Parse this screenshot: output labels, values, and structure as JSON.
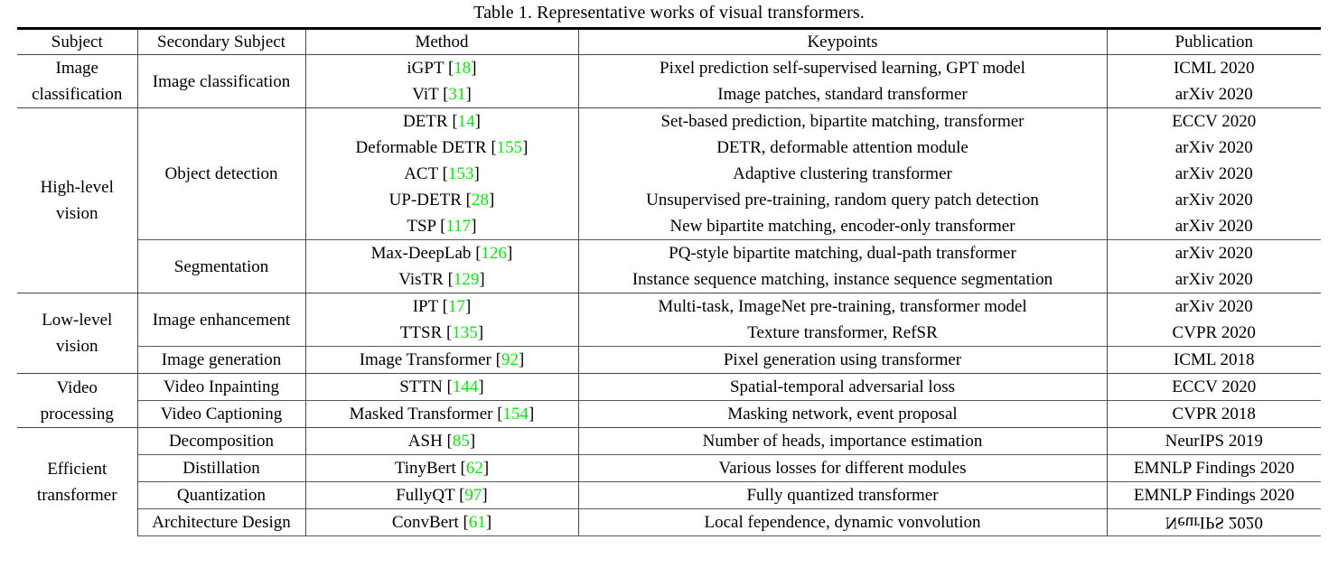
{
  "caption": "Table 1. Representative works of visual transformers.",
  "accent": {
    "citation_green": "#00ee00",
    "rule_black": "#000000",
    "line_gray": "#4a4a4a"
  },
  "columns": [
    "Subject",
    "Secondary Subject",
    "Method",
    "Keypoints",
    "Publication"
  ],
  "rows": [
    {
      "subject": "Image classification",
      "secondary": "Image classification",
      "entries": [
        {
          "method": "iGPT",
          "ref": "18",
          "keypoints": "Pixel prediction self-supervised learning, GPT model",
          "publication": "ICML 2020"
        },
        {
          "method": "ViT",
          "ref": "31",
          "keypoints": "Image patches, standard transformer",
          "publication": "arXiv 2020"
        }
      ]
    },
    {
      "subject": "High-level vision",
      "secondary": "Object detection",
      "entries": [
        {
          "method": "DETR",
          "ref": "14",
          "keypoints": "Set-based prediction, bipartite matching, transformer",
          "publication": "ECCV 2020"
        },
        {
          "method": "Deformable DETR",
          "ref": "155",
          "keypoints": "DETR, deformable attention module",
          "publication": "arXiv 2020"
        },
        {
          "method": "ACT",
          "ref": "153",
          "keypoints": "Adaptive clustering transformer",
          "publication": "arXiv 2020"
        },
        {
          "method": "UP-DETR",
          "ref": "28",
          "keypoints": "Unsupervised pre-training, random query patch detection",
          "publication": "arXiv 2020"
        },
        {
          "method": "TSP",
          "ref": "117",
          "keypoints": "New bipartite matching, encoder-only transformer",
          "publication": "arXiv 2020"
        }
      ]
    },
    {
      "subject": "",
      "secondary": "Segmentation",
      "entries": [
        {
          "method": "Max-DeepLab",
          "ref": "126",
          "keypoints": "PQ-style bipartite matching, dual-path transformer",
          "publication": "arXiv 2020"
        },
        {
          "method": "VisTR",
          "ref": "129",
          "keypoints": "Instance sequence matching, instance sequence segmentation",
          "publication": "arXiv 2020"
        }
      ]
    },
    {
      "subject": "Low-level vision",
      "secondary": "Image enhancement",
      "entries": [
        {
          "method": "IPT",
          "ref": "17",
          "keypoints": "Multi-task, ImageNet pre-training, transformer model",
          "publication": "arXiv 2020"
        },
        {
          "method": "TTSR",
          "ref": "135",
          "keypoints": "Texture transformer, RefSR",
          "publication": "CVPR 2020"
        }
      ]
    },
    {
      "subject": "",
      "secondary": "Image generation",
      "entries": [
        {
          "method": "Image Transformer",
          "ref": "92",
          "keypoints": "Pixel generation using transformer",
          "publication": "ICML 2018"
        }
      ]
    },
    {
      "subject": "Video processing",
      "secondary": "Video Inpainting",
      "entries": [
        {
          "method": "STTN",
          "ref": "144",
          "keypoints": "Spatial-temporal adversarial loss",
          "publication": "ECCV 2020"
        }
      ]
    },
    {
      "subject": "",
      "secondary": "Video Captioning",
      "entries": [
        {
          "method": "Masked Transformer",
          "ref": "154",
          "keypoints": "Masking network, event proposal",
          "publication": "CVPR 2018"
        }
      ]
    },
    {
      "subject": "Efficient transformer",
      "secondary": "Decomposition",
      "entries": [
        {
          "method": "ASH",
          "ref": "85",
          "keypoints": "Number of heads, importance estimation",
          "publication": "NeurIPS 2019"
        }
      ]
    },
    {
      "subject": "",
      "secondary": "Distillation",
      "entries": [
        {
          "method": "TinyBert",
          "ref": "62",
          "keypoints": "Various losses for different modules",
          "publication": "EMNLP Findings 2020"
        }
      ]
    },
    {
      "subject": "",
      "secondary": "Quantization",
      "entries": [
        {
          "method": "FullyQT",
          "ref": "97",
          "keypoints": "Fully quantized transformer",
          "publication": "EMNLP Findings 2020"
        }
      ]
    },
    {
      "subject": "",
      "secondary": "Architecture Design",
      "entries": [
        {
          "method": "ConvBert",
          "ref": "61",
          "keypoints": "Local fependence, dynamic vonvolution",
          "publication": "NeurIPS 2020"
        }
      ]
    }
  ],
  "subject_spans": [
    {
      "label_line1": "Image",
      "label_line2": "classification"
    },
    {
      "label_line1": "High-level",
      "label_line2": "vision"
    },
    {
      "label_line1": "Low-level",
      "label_line2": "vision"
    },
    {
      "label_line1": "Video",
      "label_line2": "processing"
    },
    {
      "label_line1": "Efficient",
      "label_line2": "transformer"
    }
  ]
}
